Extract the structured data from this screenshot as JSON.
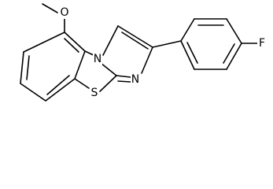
{
  "molecule": {
    "atoms": {
      "o": "O",
      "n_bridge": "N",
      "n_ring": "N",
      "s": "S",
      "f": "F"
    }
  },
  "colors": {
    "bond": "#000000",
    "background": "#ffffff"
  }
}
